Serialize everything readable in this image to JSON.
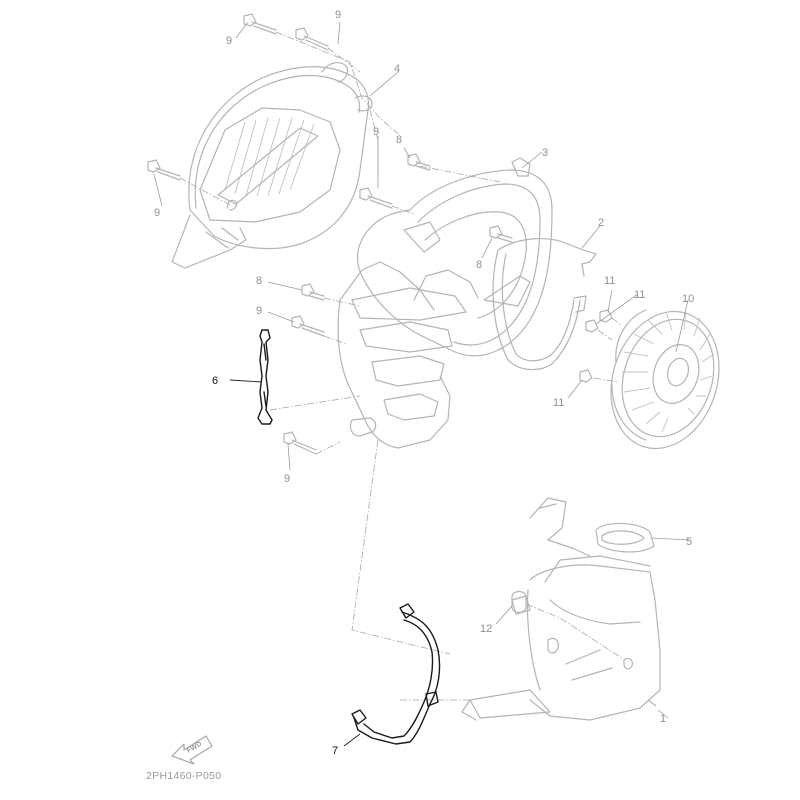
{
  "diagram": {
    "code": "2PH1460-P050",
    "fwd_label": "FWD",
    "callouts": [
      {
        "id": "c1",
        "text": "1"
      },
      {
        "id": "c2",
        "text": "2"
      },
      {
        "id": "c3",
        "text": "3"
      },
      {
        "id": "c4",
        "text": "4"
      },
      {
        "id": "c5",
        "text": "5"
      },
      {
        "id": "c6",
        "text": "6"
      },
      {
        "id": "c7",
        "text": "7"
      },
      {
        "id": "c8a",
        "text": "8"
      },
      {
        "id": "c8b",
        "text": "8"
      },
      {
        "id": "c8c",
        "text": "8"
      },
      {
        "id": "c9a",
        "text": "9"
      },
      {
        "id": "c9b",
        "text": "9"
      },
      {
        "id": "c9c",
        "text": "9"
      },
      {
        "id": "c9d",
        "text": "9"
      },
      {
        "id": "c9e",
        "text": "9"
      },
      {
        "id": "c9f",
        "text": "9"
      },
      {
        "id": "c10",
        "text": "10"
      },
      {
        "id": "c11a",
        "text": "11"
      },
      {
        "id": "c11b",
        "text": "11"
      },
      {
        "id": "c11c",
        "text": "11"
      },
      {
        "id": "c12",
        "text": "12"
      }
    ],
    "colors": {
      "line": "#b4b4b4",
      "highlight": "#1a1a1a",
      "text": "#8e8e8e"
    }
  }
}
